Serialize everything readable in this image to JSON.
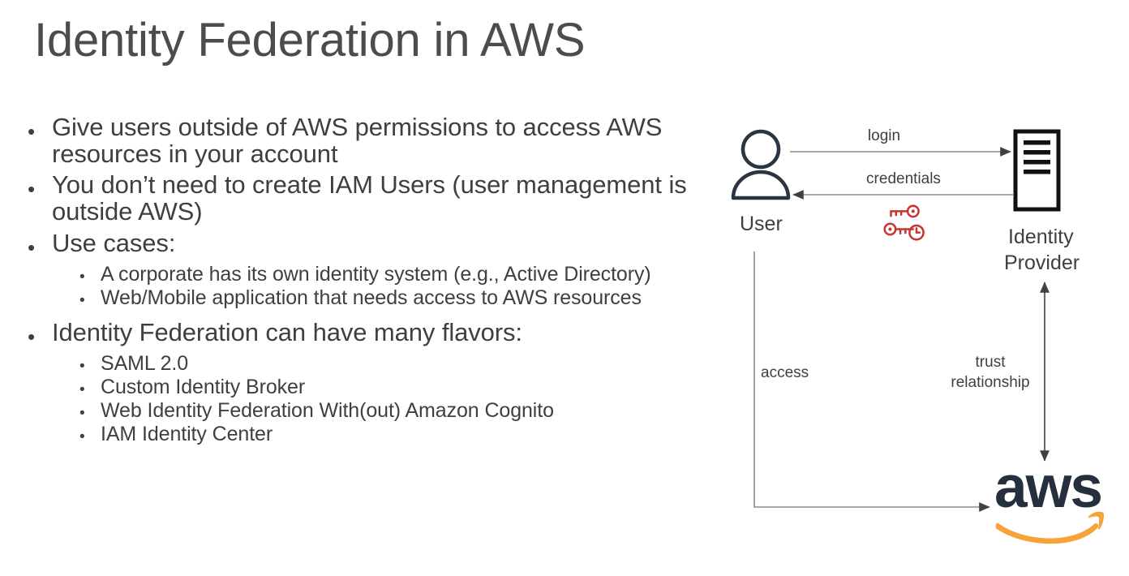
{
  "slide": {
    "title": "Identity Federation in AWS"
  },
  "bullets": [
    {
      "level": 1,
      "text": "Give users outside of AWS permissions to access AWS resources in your account"
    },
    {
      "level": 1,
      "text": "You don’t need to create IAM Users (user management is outside AWS)"
    },
    {
      "level": 1,
      "text": "Use cases:"
    },
    {
      "level": 2,
      "text": "A corporate has its own identity system (e.g., Active Directory)"
    },
    {
      "level": 2,
      "text": "Web/Mobile application that needs access to AWS resources"
    },
    {
      "level": 1,
      "text": "Identity Federation can have many flavors:"
    },
    {
      "level": 2,
      "text": "SAML 2.0"
    },
    {
      "level": 2,
      "text": "Custom Identity Broker"
    },
    {
      "level": 2,
      "text": "Web Identity Federation With(out) Amazon Cognito"
    },
    {
      "level": 2,
      "text": "IAM Identity Center"
    }
  ],
  "bullet_glyph": "•",
  "diagram": {
    "nodes": {
      "user": {
        "label": "User",
        "icon": "user-icon"
      },
      "identity_provider": {
        "label_line1": "Identity",
        "label_line2": "Provider",
        "icon": "server-icon"
      },
      "aws": {
        "label": "aws",
        "icon": "aws-logo"
      }
    },
    "edges": {
      "login": "login",
      "credentials": "credentials",
      "access": "access",
      "trust_line1": "trust",
      "trust_line2": "relationship"
    },
    "credentials_icon": "temporary-keys-icon"
  },
  "colors": {
    "title": "#4a4d4c",
    "body_text": "#3f3f3f",
    "arrow": "#8c8c8c",
    "arrow_head": "#404040",
    "icon_dark": "#2b3443",
    "keys_red": "#C7352E",
    "aws_navy": "#252F3E",
    "aws_orange": "#F7A33C",
    "background": "#ffffff"
  }
}
